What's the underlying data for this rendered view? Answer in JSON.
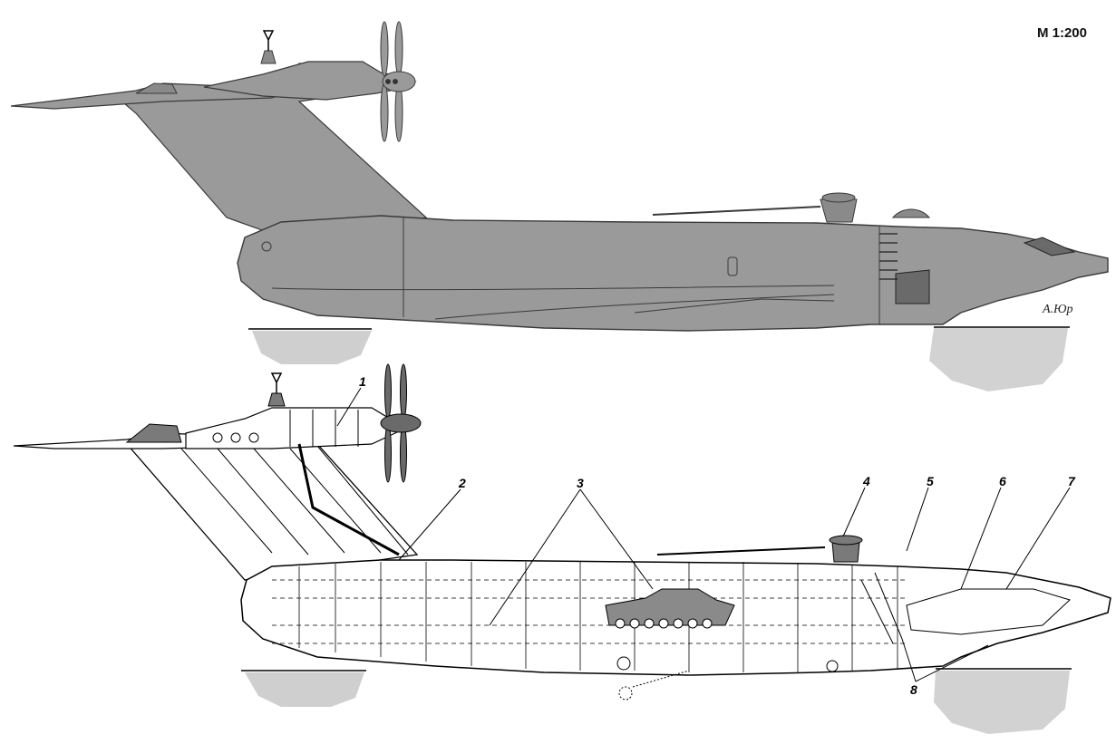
{
  "scale_label": "M 1:200",
  "signature": "A.Юр",
  "callouts": [
    {
      "id": "1",
      "label": "1"
    },
    {
      "id": "2",
      "label": "2"
    },
    {
      "id": "3",
      "label": "3"
    },
    {
      "id": "4",
      "label": "4"
    },
    {
      "id": "5",
      "label": "5"
    },
    {
      "id": "6",
      "label": "6"
    },
    {
      "id": "7",
      "label": "7"
    },
    {
      "id": "8",
      "label": "8"
    }
  ],
  "colors": {
    "hull_fill": "#9a9a9a",
    "hull_stroke": "#3a3a3a",
    "water_fill": "#d0d0d0",
    "line": "#000000",
    "background": "#ffffff"
  }
}
